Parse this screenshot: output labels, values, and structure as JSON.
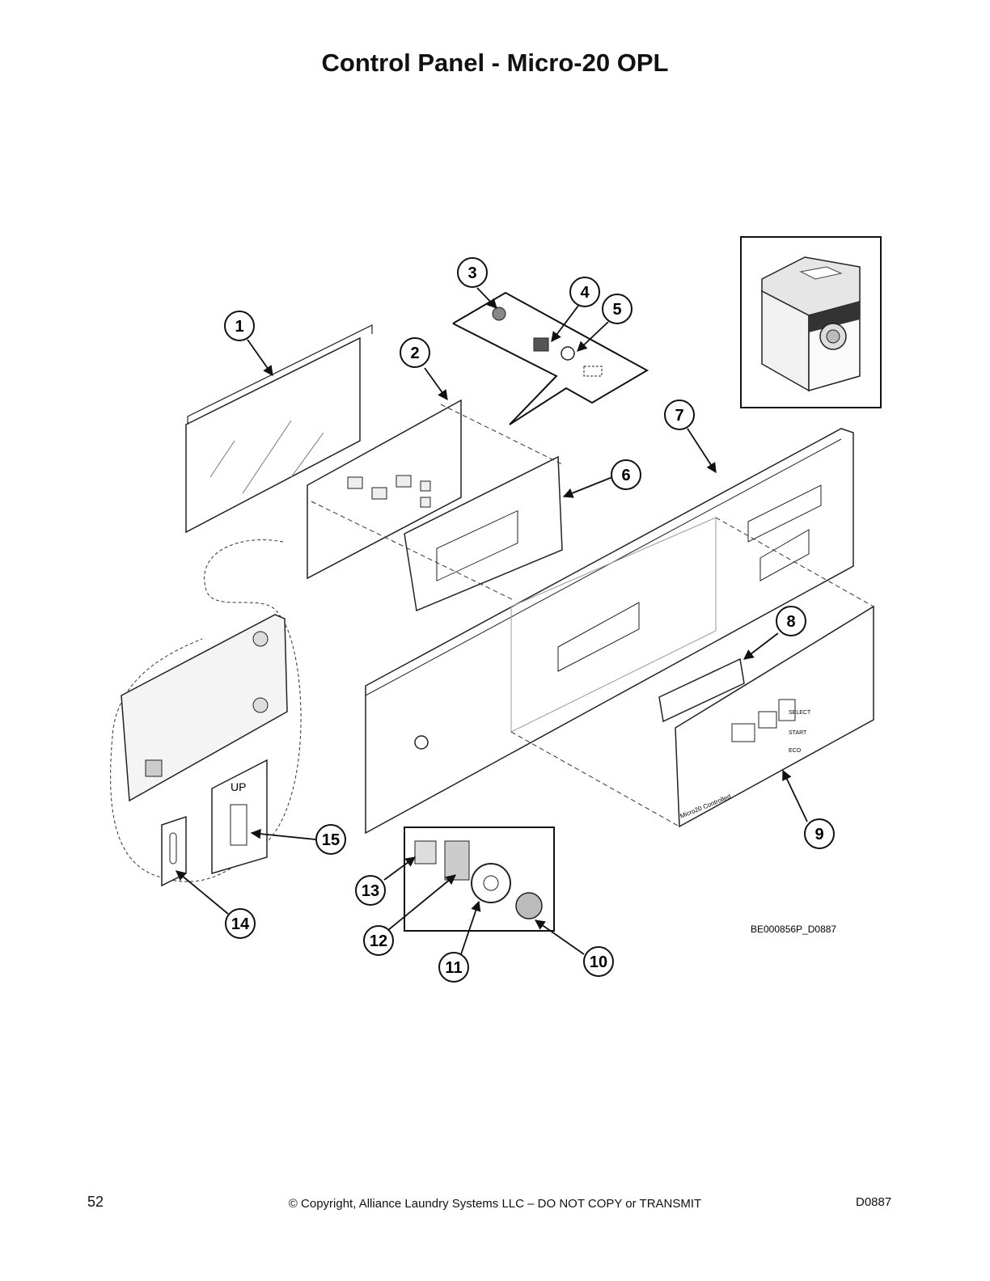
{
  "title": "Control Panel - Micro-20 OPL",
  "callouts": [
    "1",
    "2",
    "3",
    "4",
    "5",
    "6",
    "7",
    "8",
    "9",
    "10",
    "11",
    "12",
    "13",
    "14",
    "15"
  ],
  "chip_label": "UP",
  "panel_labels": {
    "select": "SELECT",
    "start": "START",
    "eco": "ECO",
    "brand": "Micro20 Controlled"
  },
  "drawing_id": "BE000856P_D0887",
  "footer": {
    "page_number": "52",
    "copyright": "© Copyright, Alliance Laundry Systems LLC – DO NOT COPY or TRANSMIT",
    "doc_code": "D0887"
  }
}
